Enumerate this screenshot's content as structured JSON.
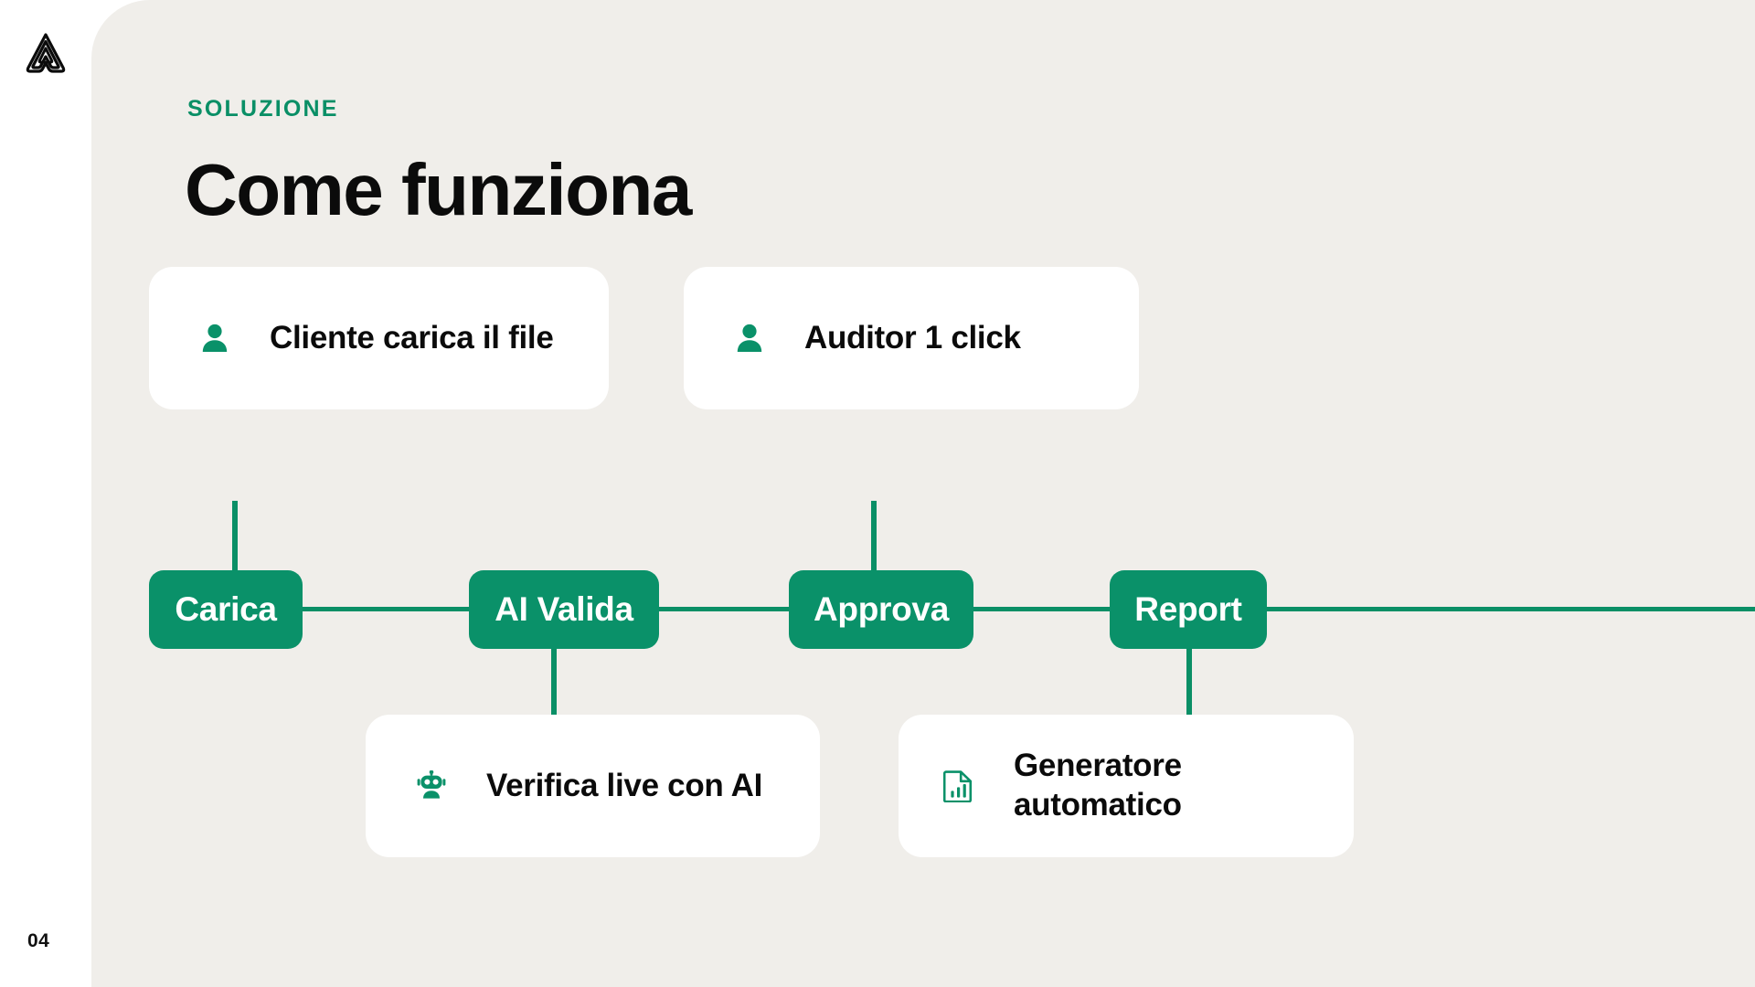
{
  "slide": {
    "eyebrow": "SOLUZIONE",
    "title": "Come funziona",
    "page_number": "04",
    "logo_name": "brand-logo-a-mark"
  },
  "colors": {
    "background": "#f0eeea",
    "rail": "#ffffff",
    "accent_green": "#0a9169",
    "eyebrow_green": "#0a8f66",
    "card_white": "#ffffff",
    "text_black": "#0b0b0b"
  },
  "flow": {
    "steps": [
      {
        "label": "Carica"
      },
      {
        "label": "AI Valida"
      },
      {
        "label": "Approva"
      },
      {
        "label": "Report"
      }
    ],
    "cards_top": [
      {
        "label": "Cliente carica il file",
        "icon": "person-icon",
        "attached_to": "Carica"
      },
      {
        "label": "Auditor 1 click",
        "icon": "person-icon",
        "attached_to": "Approva"
      }
    ],
    "cards_bottom": [
      {
        "label": "Verifica live con AI",
        "icon": "robot-icon",
        "attached_to": "AI Valida"
      },
      {
        "label": "Generatore automatico",
        "icon": "report-chart-icon",
        "attached_to": "Report"
      }
    ]
  }
}
